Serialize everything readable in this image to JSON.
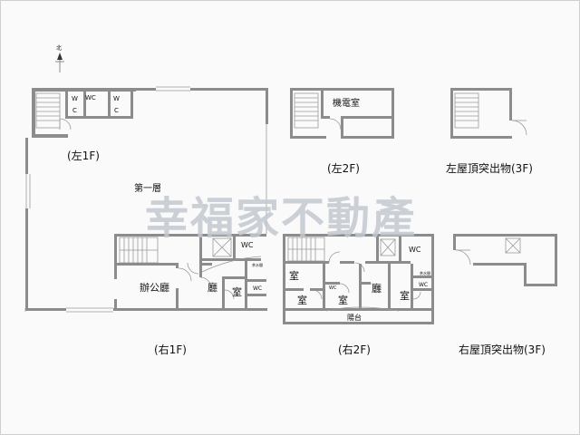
{
  "colors": {
    "wall": "#8c8c8c",
    "watermark": "#c3c8d0"
  },
  "icons": {
    "north": "north-arrow-icon",
    "stairs": "stairs-icon",
    "elevator": "elevator-icon"
  },
  "compass": {
    "label": "北"
  },
  "watermark": "幸福家不動產",
  "plans": {
    "left_1f": {
      "caption": "(左1F)",
      "wc_left": [
        "W",
        "C"
      ],
      "wc_mid": "WC",
      "wc_right": [
        "W",
        "C"
      ]
    },
    "first_floor": {
      "label": "第一層"
    },
    "left_2f": {
      "caption": "(左2F)",
      "room": "機電室"
    },
    "left_roof": {
      "caption": "左屋頂突出物(3F)"
    },
    "right_1f": {
      "caption": "(右1F)",
      "office": "辦公廳",
      "hall": "廳",
      "room": "室",
      "wc_big": "WC",
      "wc_small": "WC",
      "tea": "茶水間"
    },
    "right_2f": {
      "caption": "(右2F)",
      "room_1": "室",
      "room_2": "室",
      "room_3": "室",
      "room_4": "室",
      "hall": "廳",
      "wc_big": "WC",
      "wc_small": "WC",
      "wc_small_2": "WC",
      "tea": "茶水間",
      "balcony": "陽台"
    },
    "right_roof": {
      "caption": "右屋頂突出物(3F)"
    }
  }
}
